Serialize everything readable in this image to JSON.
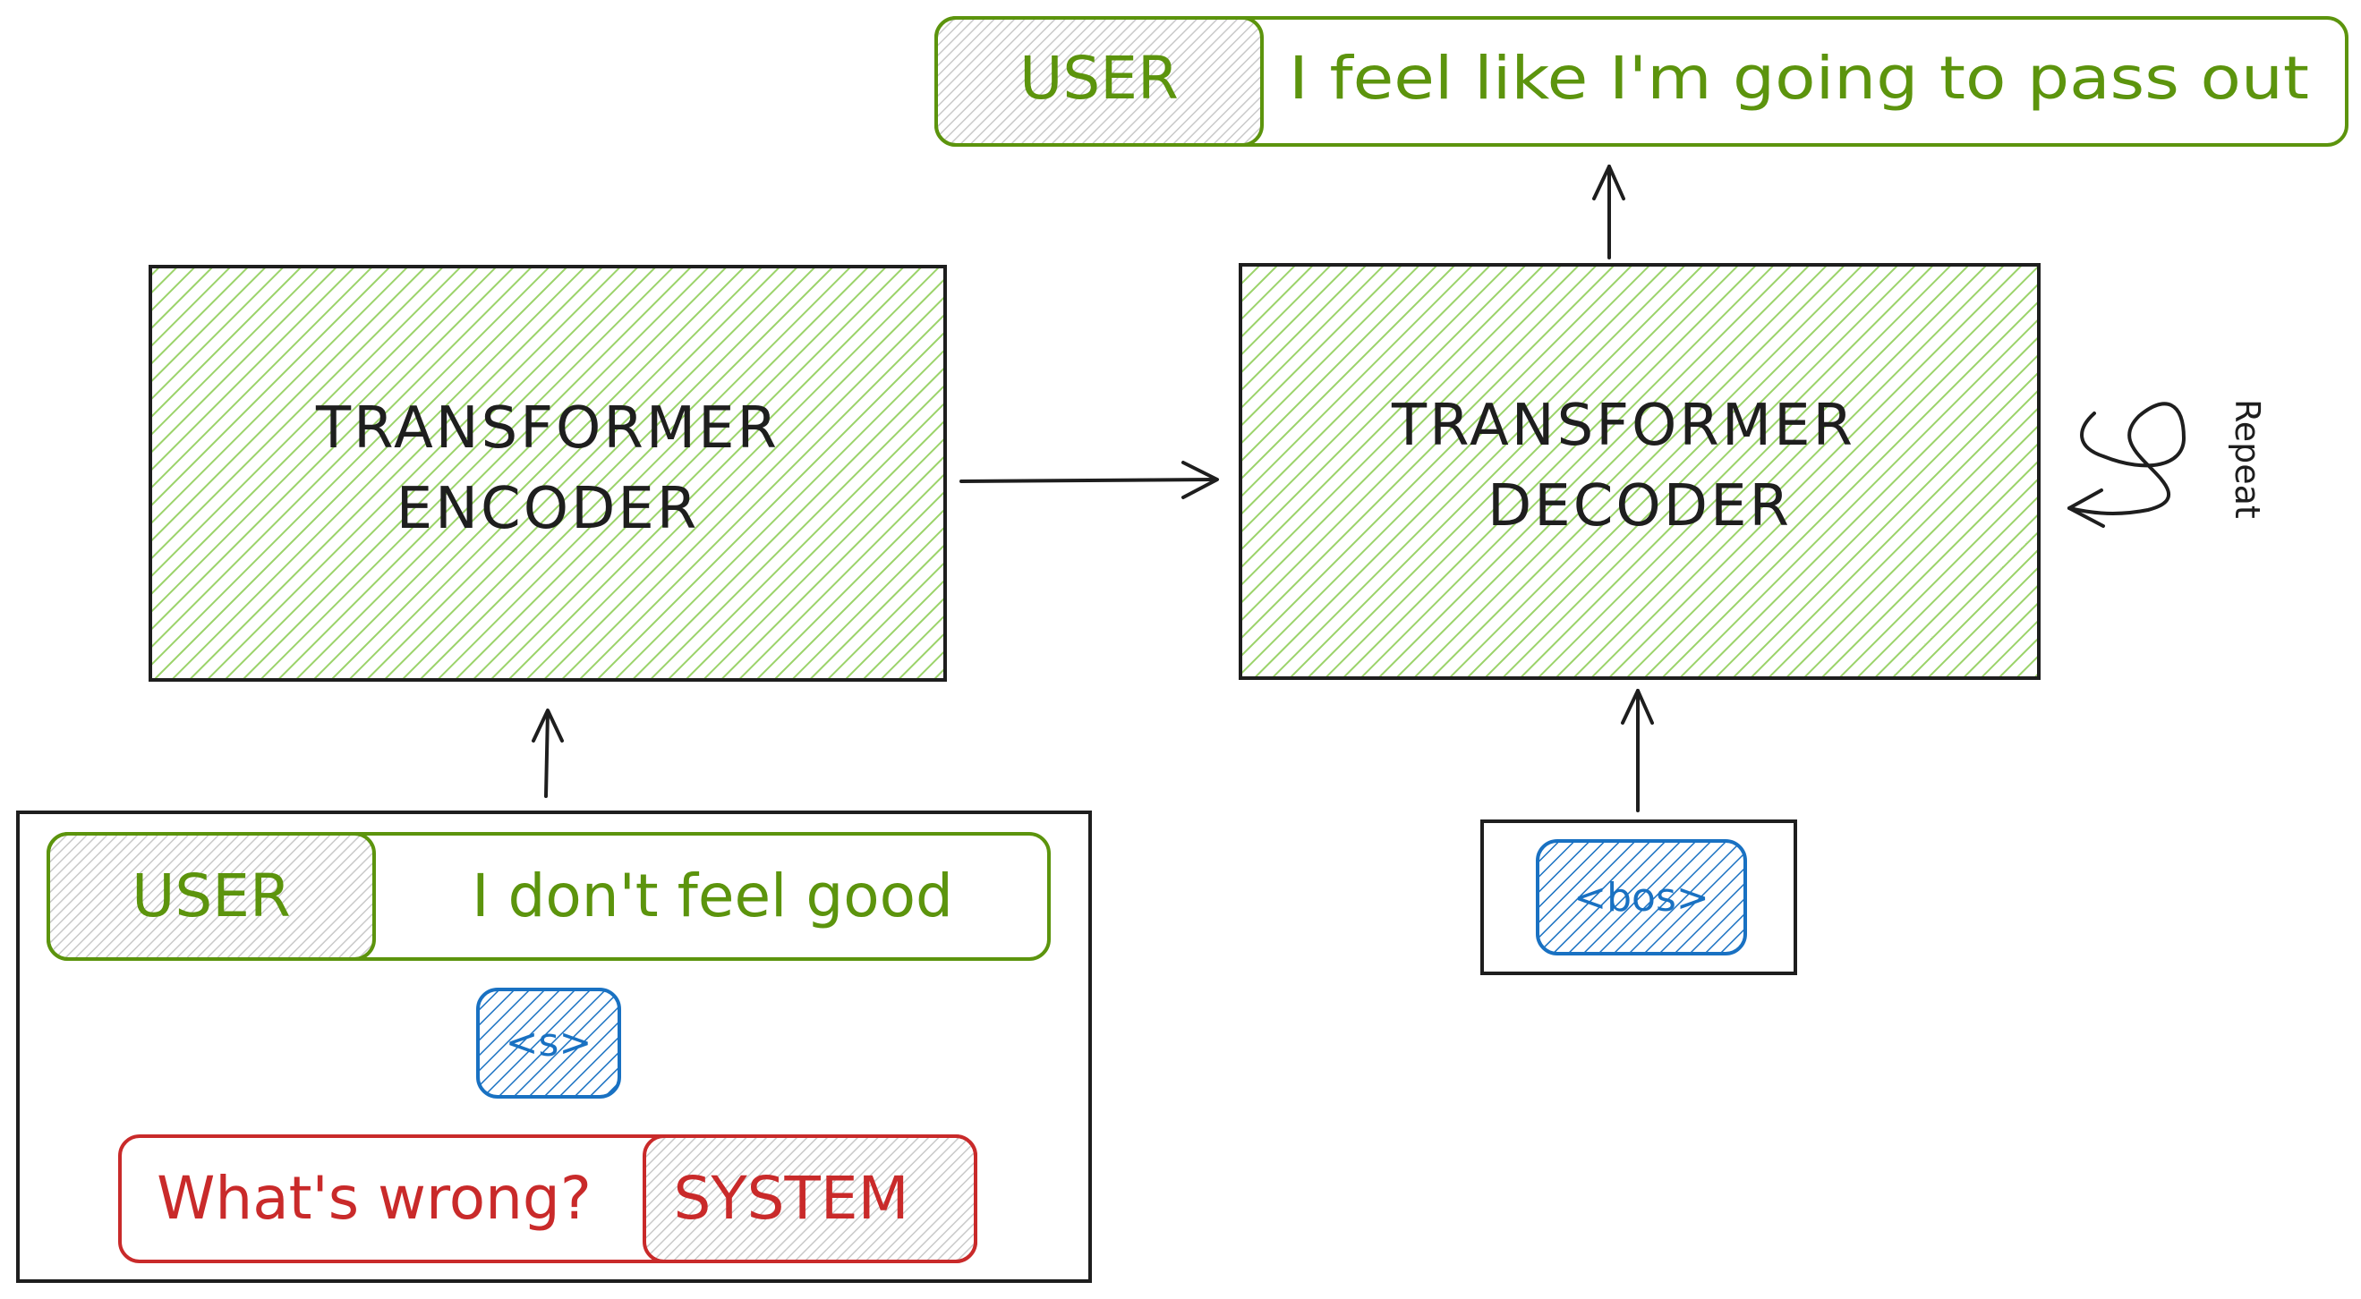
{
  "encoder": {
    "line1": "TRANSFORMER",
    "line2": "ENCODER"
  },
  "decoder": {
    "line1": "TRANSFORMER",
    "line2": "DECODER"
  },
  "input": {
    "user_tag": "USER",
    "user_text": "I don't feel good",
    "separator": "<s>",
    "system_text": "What's wrong?",
    "system_tag": "SYSTEM"
  },
  "decoder_input": {
    "token": "<bos>"
  },
  "output": {
    "user_tag": "USER",
    "user_text": "I feel like I'm going to pass out"
  },
  "loop_label": "Repeat",
  "colors": {
    "green": "#2f9e44",
    "green_dark": "#4c8b17",
    "green_fill": "#9bd36a",
    "blue": "#1971c2",
    "red": "#c92a2a",
    "black": "#1e1e1e",
    "tag_fill": "#cfcfcf"
  }
}
